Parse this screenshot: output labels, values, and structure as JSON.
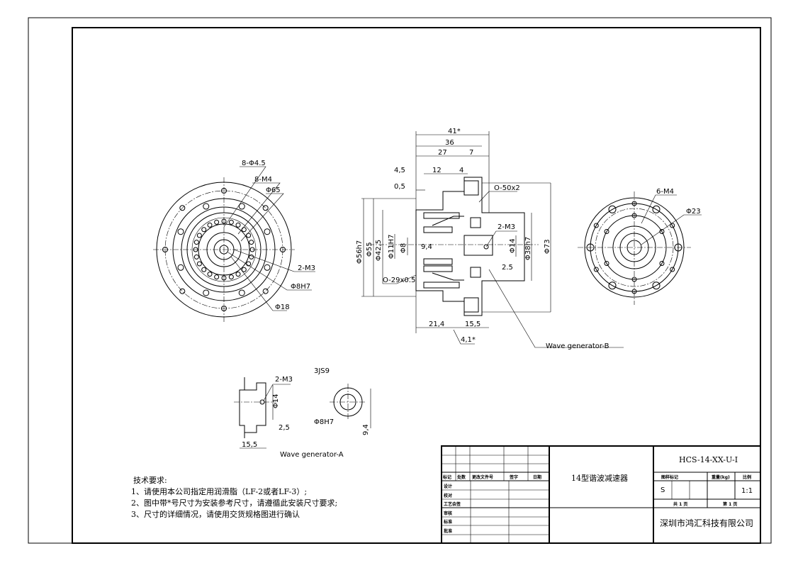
{
  "front_view": {
    "labels": [
      "8-Φ4.5",
      "8-M4",
      "Φ65",
      "2-M3",
      "Φ8H7",
      "Φ18"
    ]
  },
  "section_view": {
    "labels": [
      "41*",
      "36",
      "27",
      "7",
      "4,5",
      "12",
      "4",
      "0,5",
      "O-50x2",
      "2-M3",
      "Φ56h7",
      "Φ55",
      "Φ42,5",
      "Φ11H7",
      "Φ8",
      "9,4",
      "Φ14",
      "Φ38h7",
      "Φ73",
      "2.5",
      "O-29x0.5",
      "21,4",
      "15,5",
      "4,1*",
      "Wave generator-B"
    ]
  },
  "rear_view": {
    "labels": [
      "6-M4",
      "Φ23"
    ]
  },
  "wave_generator_a": {
    "labels": [
      "2-M3",
      "Φ14",
      "2,5",
      "15,5",
      "3JS9",
      "Φ8H7",
      "9,4",
      "Wave generator-A"
    ]
  },
  "tech_requirements": {
    "title": "技术要求:",
    "items": [
      "1、请使用本公司指定用润滑脂（LF-2或者LF-3）;",
      "2、图中带*号尺寸为安装参考尺寸，请遵循此安装尺寸要求;",
      "3、尺寸的详细情况，请使用交货规格图进行确认"
    ]
  },
  "title_block": {
    "revision_headers": [
      "标记",
      "处数",
      "更改文件号",
      "签字",
      "日期"
    ],
    "roles": [
      "设计",
      "校对",
      "工艺会签",
      "审核",
      "标准",
      "批准"
    ],
    "product_name": "14型谐波减速器",
    "drawing_number": "HCS-14-XX-U-I",
    "headers": [
      "图样标记",
      "重量(kg)",
      "比例"
    ],
    "stage_mark": "S",
    "scale": "1:1",
    "total_sheets": "共 1 页",
    "sheet": "第 1 页",
    "company": "深圳市鸿汇科技有限公司"
  }
}
